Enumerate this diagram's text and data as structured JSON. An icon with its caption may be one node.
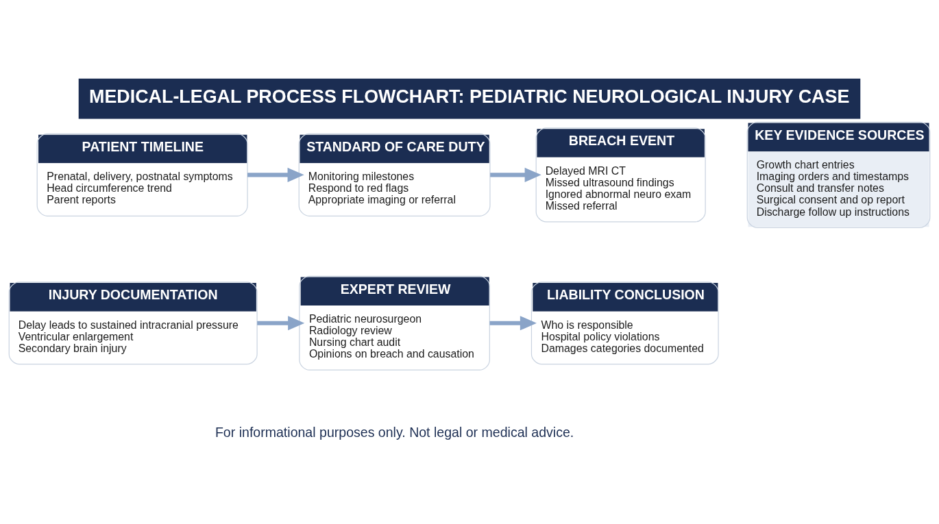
{
  "diagram": {
    "title": "MEDICAL-LEGAL PROCESS FLOWCHART: PEDIATRIC NEUROLOGICAL INJURY CASE",
    "caption": "For informational purposes only. Not legal or medical advice.",
    "nodes": [
      {
        "text": [
          "PATIENT TIMELINE",
          "Prenatal, delivery, postnatal symptoms",
          "Head circumference trend",
          "Parent reports"
        ]
      },
      {
        "text": [
          "STANDARD OF CARE DUTY",
          "Monitoring milestones",
          "Respond to red flags",
          "Appropriate imaging or referral"
        ]
      },
      {
        "text": [
          "BREACH EVENT",
          "Delayed MRI CT",
          "Missed ultrasound findings",
          "Ignored abnormal neuro exam",
          "Missed referral"
        ]
      },
      {
        "text": [
          "KEY EVIDENCE SOURCES",
          "Growth chart entries",
          "Imaging orders and timestamps",
          "Consult and transfer notes",
          "Surgical consent and op report",
          "Discharge follow up instructions"
        ]
      },
      {
        "text": [
          "INJURY DOCUMENTATION",
          "Delay leads to sustained intracranial pressure",
          "Ventricular enlargement",
          "Secondary brain injury"
        ]
      },
      {
        "text": [
          "EXPERT REVIEW",
          "Pediatric neurosurgeon",
          "Radiology review",
          "Nursing chart audit",
          "Opinions on breach and causation"
        ]
      },
      {
        "text": [
          "LIABILITY CONCLUSION",
          "Who is responsible",
          "Hospital policy violations",
          "Damages categories documented"
        ]
      }
    ],
    "edges": [
      {
        "from": 0,
        "to": 1,
        "arrow": "to"
      },
      {
        "from": 1,
        "to": 2,
        "arrow": "to"
      },
      {
        "from": 4,
        "to": 5,
        "arrow": "to"
      },
      {
        "from": 5,
        "to": 6,
        "arrow": "to"
      }
    ]
  }
}
